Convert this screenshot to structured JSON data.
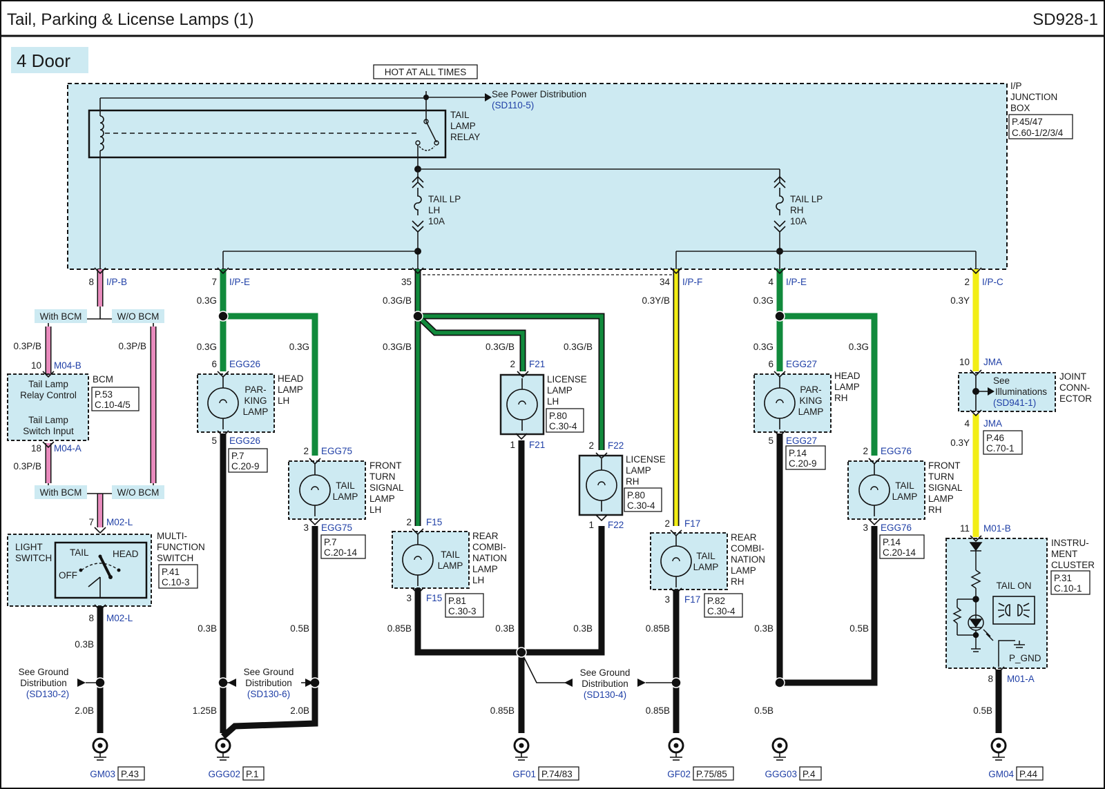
{
  "header": {
    "title": "Tail, Parking & License Lamps (1)",
    "code": "SD928-1"
  },
  "variant": "4 Door",
  "colors": {
    "pink": "#e88bbd",
    "green": "#118a3c",
    "yellow": "#f2ee16",
    "black": "#111111",
    "panel": "#cdeaf2",
    "link": "#1f3fa6"
  },
  "junction": {
    "hot_label": "HOT AT ALL TIMES",
    "power_ref_label": "See Power Distribution",
    "power_ref": "(SD110-5)",
    "name": [
      "I/P",
      "JUNCTION",
      "BOX"
    ],
    "page_ref": [
      "P.45/47",
      "C.60-1/2/3/4"
    ],
    "relay": [
      "TAIL",
      "LAMP",
      "RELAY"
    ],
    "fuse_lh": [
      "TAIL LP",
      "LH",
      "10A"
    ],
    "fuse_rh": [
      "TAIL LP",
      "RH",
      "10A"
    ]
  },
  "pins": [
    {
      "num": "8",
      "conn": "I/P-B"
    },
    {
      "num": "7",
      "conn": "I/P-E"
    },
    {
      "num": "35",
      "conn": ""
    },
    {
      "num": "34",
      "conn": "I/P-F"
    },
    {
      "num": "4",
      "conn": "I/P-E"
    },
    {
      "num": "2",
      "conn": "I/P-C"
    }
  ],
  "bcm": {
    "label_with": "With BCM",
    "label_without": "W/O BCM",
    "name": "BCM",
    "ref": [
      "P.53",
      "C.10-4/5"
    ],
    "relay_control": [
      "Tail Lamp",
      "Relay Control"
    ],
    "switch_input": [
      "Tail Lamp",
      "Switch Input"
    ],
    "pin_top": {
      "num": "10",
      "conn": "M04-B"
    },
    "pin_bottom": {
      "num": "18",
      "conn": "M04-A"
    }
  },
  "switch": {
    "label": [
      "LIGHT",
      "SWITCH"
    ],
    "name": [
      "MULTI-",
      "FUNCTION",
      "SWITCH"
    ],
    "ref": [
      "P.41",
      "C.10-3"
    ],
    "positions": [
      "TAIL",
      "HEAD",
      "OFF"
    ],
    "pin_top": {
      "num": "7",
      "conn": "M02-L"
    },
    "pin_bottom": {
      "num": "8",
      "conn": "M02-L"
    }
  },
  "lamps": [
    {
      "label": [
        "PAR-",
        "KING",
        "LAMP"
      ],
      "name": [
        "HEAD",
        "LAMP",
        "LH"
      ],
      "pin_top": {
        "num": "6",
        "conn": "EGG26"
      },
      "pin_bottom": {
        "num": "5",
        "conn": "EGG26"
      },
      "ref": [
        "P.7",
        "C.20-9"
      ]
    },
    {
      "label": [
        "TAIL",
        "LAMP"
      ],
      "name": [
        "FRONT",
        "TURN",
        "SIGNAL",
        "LAMP",
        "LH"
      ],
      "pin_top": {
        "num": "2",
        "conn": "EGG75"
      },
      "pin_bottom": {
        "num": "3",
        "conn": "EGG75"
      },
      "ref": [
        "P.7",
        "C.20-14"
      ]
    },
    {
      "label": [],
      "name": [
        "LICENSE",
        "LAMP",
        "LH"
      ],
      "pin_top": {
        "num": "2",
        "conn": "F21"
      },
      "pin_bottom": {
        "num": "1",
        "conn": "F21"
      },
      "ref": [
        "P.80",
        "C.30-4"
      ]
    },
    {
      "label": [],
      "name": [
        "LICENSE",
        "LAMP",
        "RH"
      ],
      "pin_top": {
        "num": "2",
        "conn": "F22"
      },
      "pin_bottom": {
        "num": "1",
        "conn": "F22"
      },
      "ref": [
        "P.80",
        "C.30-4"
      ]
    },
    {
      "label": [
        "TAIL",
        "LAMP"
      ],
      "name": [
        "REAR",
        "COMBI-",
        "NATION",
        "LAMP",
        "LH"
      ],
      "pin_top": {
        "num": "2",
        "conn": "F15"
      },
      "pin_bottom": {
        "num": "3",
        "conn": "F15"
      },
      "ref": [
        "P.81",
        "C.30-3"
      ]
    },
    {
      "label": [
        "TAIL",
        "LAMP"
      ],
      "name": [
        "REAR",
        "COMBI-",
        "NATION",
        "LAMP",
        "RH"
      ],
      "pin_top": {
        "num": "2",
        "conn": "F17"
      },
      "pin_bottom": {
        "num": "3",
        "conn": "F17"
      },
      "ref": [
        "P.82",
        "C.30-4"
      ]
    },
    {
      "label": [
        "PAR-",
        "KING",
        "LAMP"
      ],
      "name": [
        "HEAD",
        "LAMP",
        "RH"
      ],
      "pin_top": {
        "num": "6",
        "conn": "EGG27"
      },
      "pin_bottom": {
        "num": "5",
        "conn": "EGG27"
      },
      "ref": [
        "P.14",
        "C.20-9"
      ]
    },
    {
      "label": [
        "TAIL",
        "LAMP"
      ],
      "name": [
        "FRONT",
        "TURN",
        "SIGNAL",
        "LAMP",
        "RH"
      ],
      "pin_top": {
        "num": "2",
        "conn": "EGG76"
      },
      "pin_bottom": {
        "num": "3",
        "conn": "EGG76"
      },
      "ref": [
        "P.14",
        "C.20-14"
      ]
    }
  ],
  "joint": {
    "text": [
      "See",
      "Illuminations"
    ],
    "ref": "(SD941-1)",
    "name": [
      "JOINT",
      "CONN-",
      "ECTOR"
    ],
    "pin_top": {
      "num": "10",
      "conn": "JMA"
    },
    "pin_bottom": {
      "num": "4",
      "conn": "JMA"
    },
    "page_ref": [
      "P.46",
      "C.70-1"
    ]
  },
  "cluster": {
    "name": [
      "INSTRU-",
      "MENT",
      "CLUSTER"
    ],
    "ref": [
      "P.31",
      "C.10-1"
    ],
    "pin_top": {
      "num": "11",
      "conn": "M01-B"
    },
    "pin_bottom": {
      "num": "8",
      "conn": "M01-A"
    },
    "indicator": "TAIL ON",
    "pgnd": "P_GND"
  },
  "wires": [
    "0.3P/B",
    "0.3P/B",
    "0.3P/B",
    "0.3G",
    "0.3G",
    "0.3G",
    "0.3G/B",
    "0.3G/B",
    "0.3G/B",
    "0.3G/B",
    "0.3Y/B",
    "0.3G",
    "0.3G",
    "0.3G",
    "0.3Y",
    "0.3Y",
    "0.3B",
    "2.0B",
    "0.3B",
    "0.5B",
    "1.25B",
    "2.0B",
    "0.85B",
    "0.3B",
    "0.3B",
    "0.85B",
    "0.85B",
    "0.85B",
    "0.3B",
    "0.5B",
    "0.5B",
    "0.5B"
  ],
  "ground_refs": [
    {
      "label": [
        "See Ground",
        "Distribution"
      ],
      "ref": "(SD130-2)"
    },
    {
      "label": [
        "See Ground",
        "Distribution"
      ],
      "ref": "(SD130-6)"
    },
    {
      "label": [
        "See Ground",
        "Distribution"
      ],
      "ref": "(SD130-4)"
    }
  ],
  "grounds": [
    {
      "name": "GM03",
      "page": "P.43"
    },
    {
      "name": "GGG02",
      "page": "P.1"
    },
    {
      "name": "GF01",
      "page": "P.74/83"
    },
    {
      "name": "GF02",
      "page": "P.75/85"
    },
    {
      "name": "GGG03",
      "page": "P.4"
    },
    {
      "name": "GM04",
      "page": "P.44"
    }
  ]
}
